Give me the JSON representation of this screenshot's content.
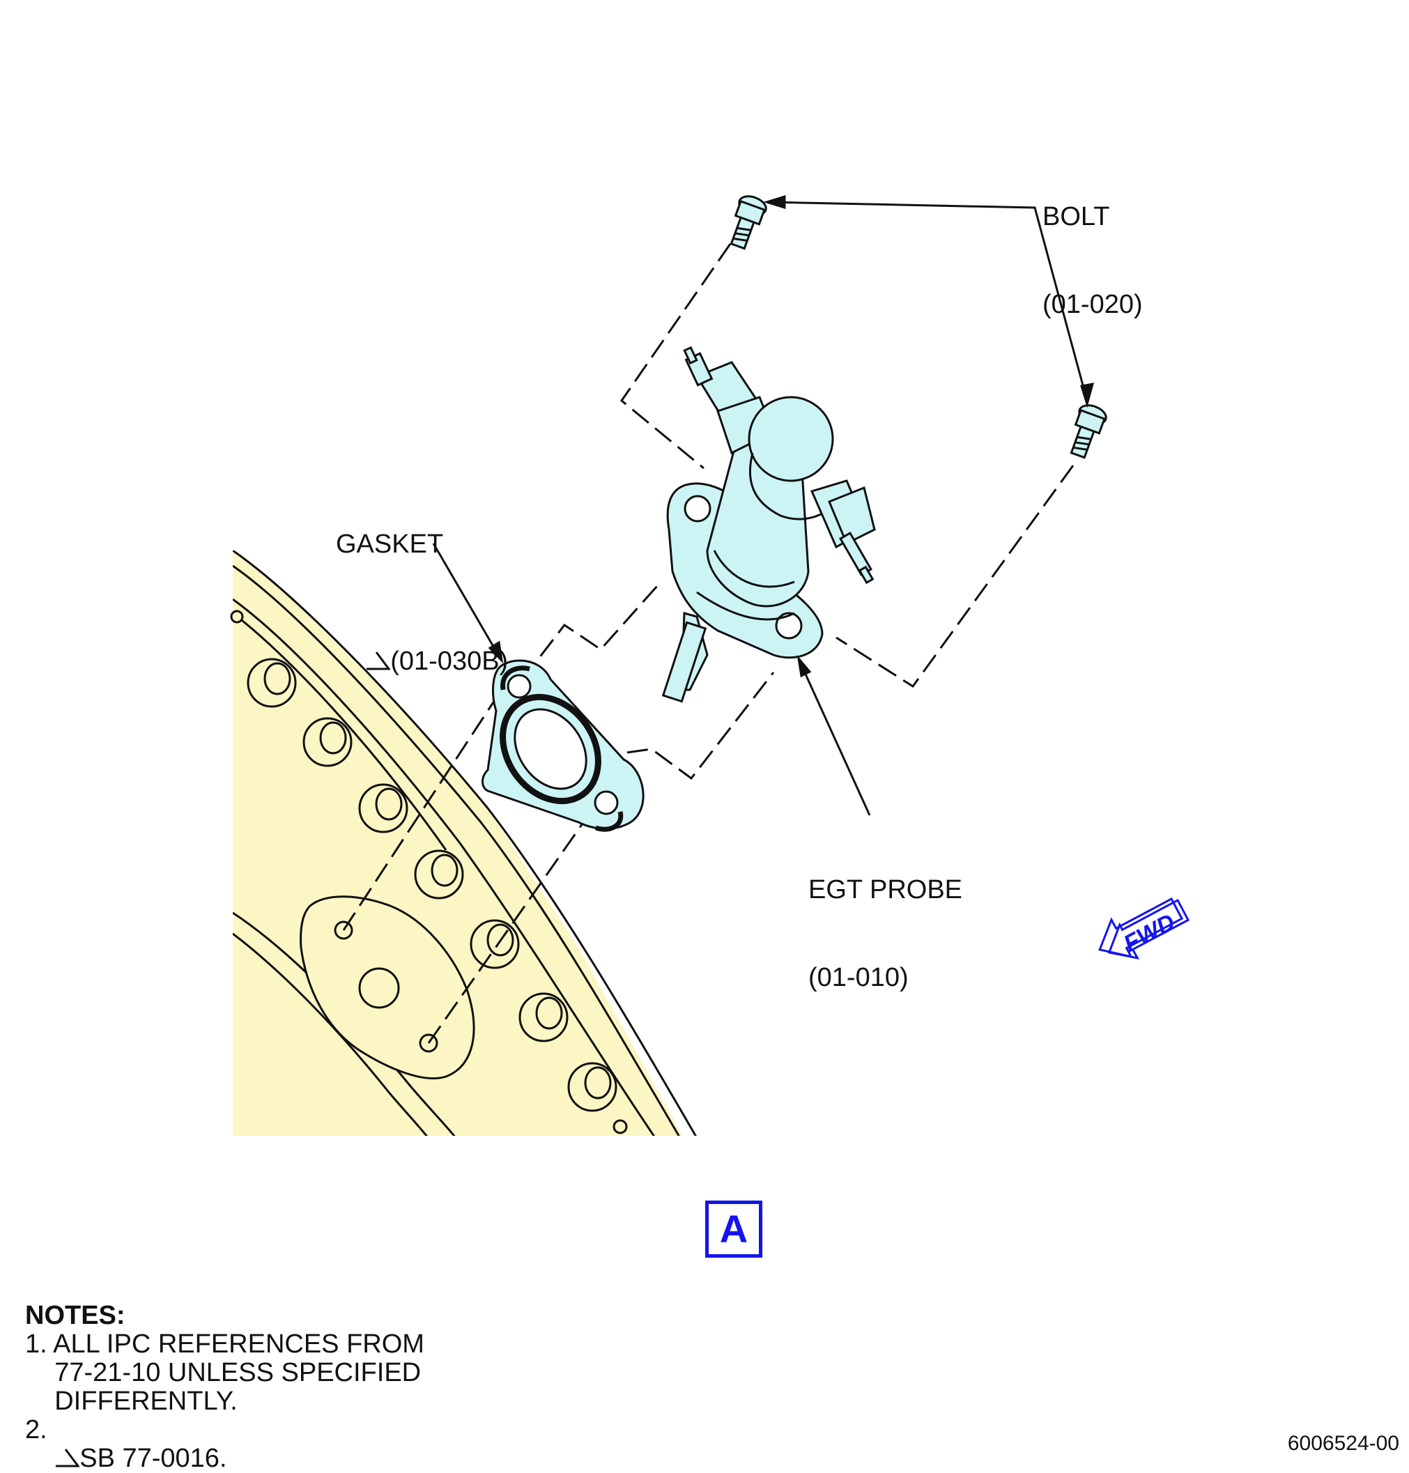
{
  "callouts": {
    "bolt": {
      "name": "BOLT",
      "ref": "(01-020)"
    },
    "gasket": {
      "name": "GASKET",
      "ref": "(01-030B)"
    },
    "probe": {
      "name": "EGT PROBE",
      "ref": "(01-010)"
    }
  },
  "fwd_label": "FWD",
  "view_label": "A",
  "notes": {
    "title": "NOTES:",
    "items": [
      "1. ALL IPC REFERENCES FROM",
      "    77-21-10 UNLESS SPECIFIED",
      "    DIFFERENTLY.",
      "2.",
      "SB 77-0016."
    ]
  },
  "doc_number": "6006524-00",
  "colors": {
    "case_fill": "#fbf6c4",
    "part_fill": "#cdf4f4",
    "accent_blue": "#1414ee",
    "line": "#111111"
  }
}
